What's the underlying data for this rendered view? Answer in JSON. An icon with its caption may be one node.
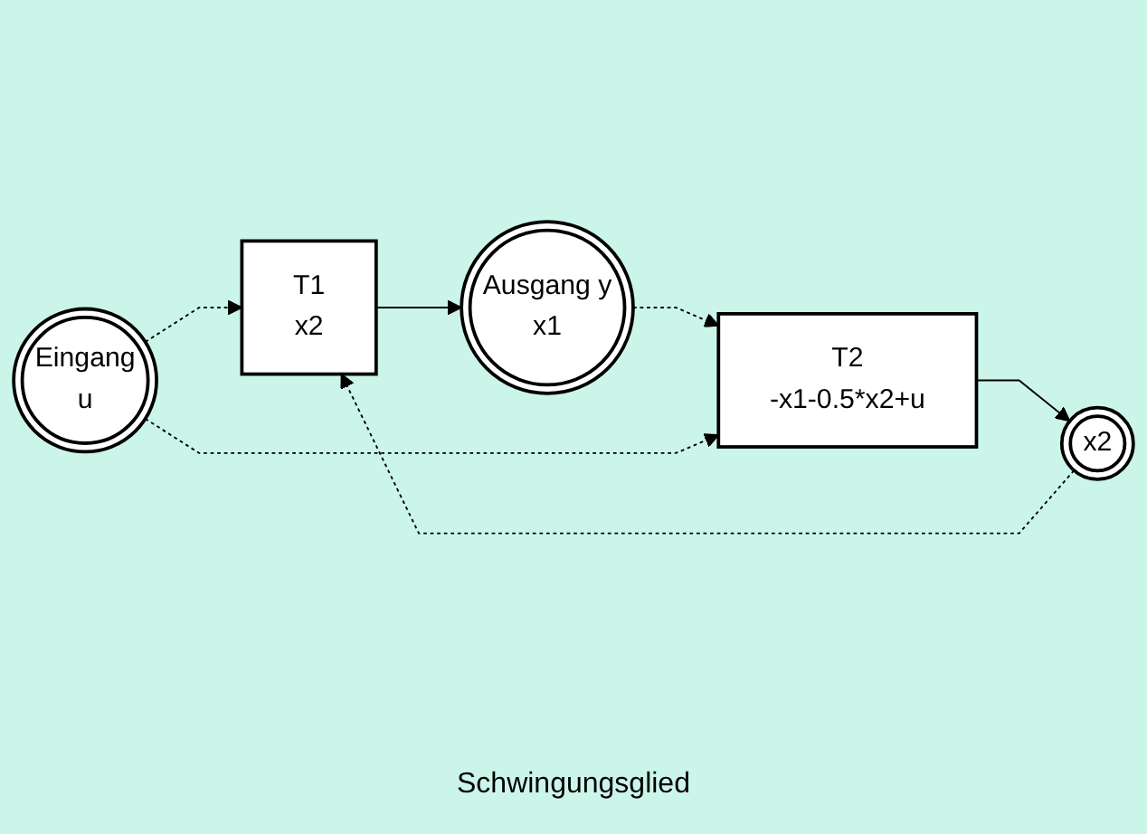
{
  "diagram": {
    "caption": "Schwingungsglied",
    "nodes": [
      {
        "text": [
          "Eingang",
          "u"
        ]
      },
      {
        "text": [
          "T1",
          "x2"
        ]
      },
      {
        "text": [
          "Ausgang y",
          "x1"
        ]
      },
      {
        "text": [
          "T2",
          "-x1-0.5*x2+u"
        ]
      },
      {
        "text": [
          "x2"
        ]
      }
    ],
    "edges": [
      {
        "from": 0,
        "to": 1,
        "arrow": "to",
        "style": "dashed"
      },
      {
        "from": 1,
        "to": 2,
        "arrow": "to"
      },
      {
        "from": 2,
        "to": 3,
        "arrow": "to",
        "style": "dashed"
      },
      {
        "from": 4,
        "to": 1,
        "arrow": "to",
        "style": "dashed"
      },
      {
        "from": 0,
        "to": 3,
        "arrow": "to",
        "style": "dashed"
      },
      {
        "from": 3,
        "to": 4,
        "arrow": "to"
      }
    ]
  }
}
